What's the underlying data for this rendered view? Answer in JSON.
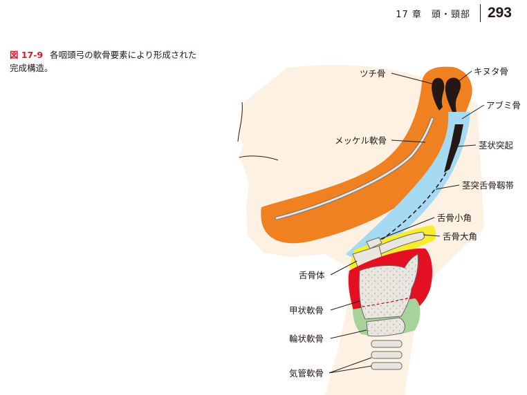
{
  "header": {
    "chapter": "17 章　頭・頸部",
    "page_number": "293"
  },
  "caption": {
    "figure_number": "図 17-9",
    "text_line1": "各咽頭弓の軟骨要素により形成された",
    "text_line2": "完成構造。"
  },
  "labels": {
    "malleus": "ツチ骨",
    "incus": "キヌタ骨",
    "stapes": "アブミ骨",
    "meckel": "メッケル軟骨",
    "styloid": "茎状突起",
    "stylohyoid_ligament": "茎突舌骨靱帯",
    "lesser_horn": "舌骨小角",
    "greater_horn": "舌骨大角",
    "hyoid_body": "舌骨体",
    "thyroid": "甲状軟骨",
    "cricoid": "輪状軟骨",
    "tracheal": "気管軟骨"
  },
  "colors": {
    "skin": "#fdf1e4",
    "arch1_orange": "#f08121",
    "arch2_blue": "#a6d9f2",
    "arch3_yellow": "#f7ec2e",
    "arch4_red": "#e50f23",
    "arch6_green": "#a5d39b",
    "cartilage": "#e9e6e0",
    "accent_red": "#d7192a"
  }
}
